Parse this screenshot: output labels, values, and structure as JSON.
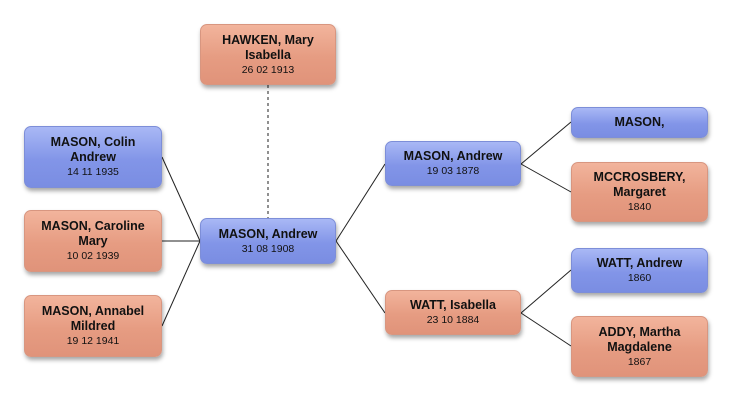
{
  "people": {
    "spouse": {
      "name": "HAWKEN, Mary Isabella",
      "date": "26 02 1913"
    },
    "child_colin": {
      "name": "MASON, Colin Andrew",
      "date": "14 11 1935"
    },
    "child_caroline": {
      "name": "MASON, Caroline Mary",
      "date": "10 02 1939"
    },
    "child_annabel": {
      "name": "MASON, Annabel Mildred",
      "date": "19 12 1941"
    },
    "root": {
      "name": "MASON, Andrew",
      "date": "31 08 1908"
    },
    "father": {
      "name": "MASON, Andrew",
      "date": "19 03 1878"
    },
    "mother": {
      "name": "WATT, Isabella",
      "date": "23 10 1884"
    },
    "pat_grandfather": {
      "name": "MASON,",
      "date": ""
    },
    "pat_grandmother": {
      "name": "MCCROSBERY, Margaret",
      "date": "1840"
    },
    "mat_grandfather": {
      "name": "WATT, Andrew",
      "date": "1860"
    },
    "mat_grandmother": {
      "name": "ADDY, Martha Magdalene",
      "date": "1867"
    }
  },
  "colors": {
    "male": "#8295e8",
    "female": "#e69c82",
    "connector": "#222222"
  }
}
